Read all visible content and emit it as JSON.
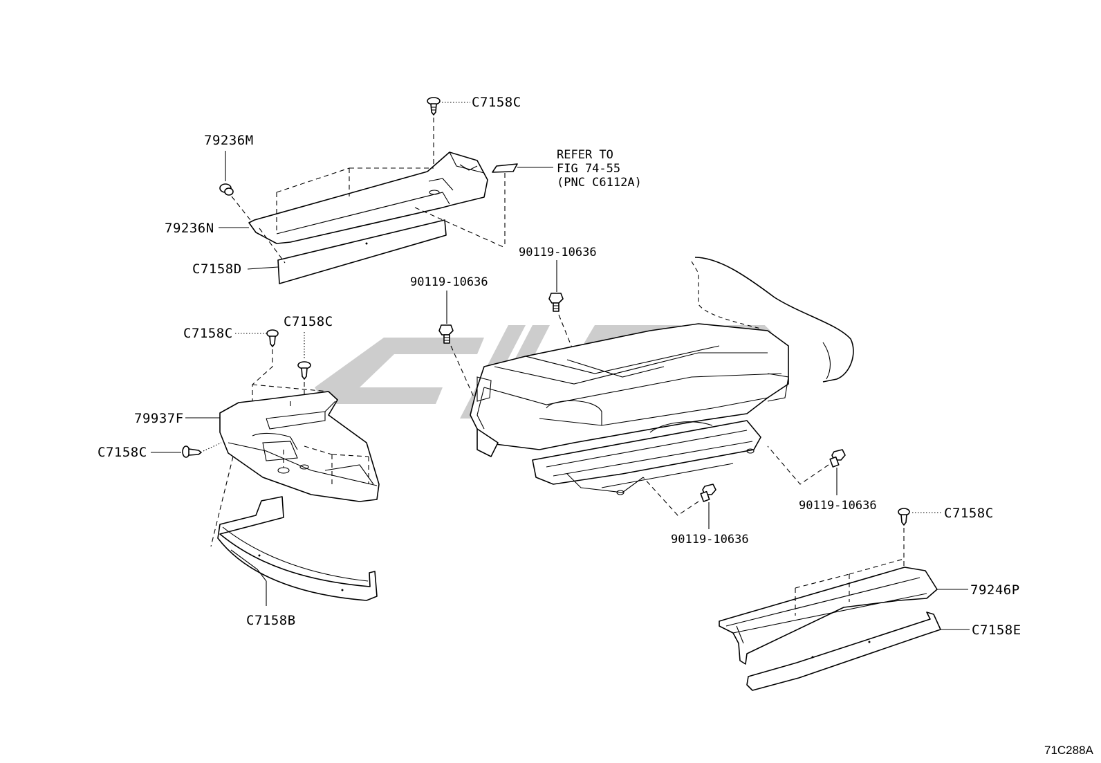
{
  "figure": {
    "id": "71C288A"
  },
  "watermark": {
    "text": "CLSG",
    "color": "#c8c8c8"
  },
  "labels": {
    "c7158c_top": "C7158C",
    "p79236m": "79236M",
    "refer_line1": "REFER TO",
    "refer_line2": "FIG 74-55",
    "refer_line3": "(PNC C6112A)",
    "p79236n": "79236N",
    "c7158d": "C7158D",
    "bolt_a": "90119-10636",
    "bolt_b": "90119-10636",
    "c7158c_mid_left": "C7158C",
    "c7158c_mid_right": "C7158C",
    "p79937f": "79937F",
    "c7158c_side": "C7158C",
    "c7158b": "C7158B",
    "bolt_c": "90119-10636",
    "bolt_d": "90119-10636",
    "c7158c_right": "C7158C",
    "p79246p": "79246P",
    "c7158e": "C7158E"
  }
}
